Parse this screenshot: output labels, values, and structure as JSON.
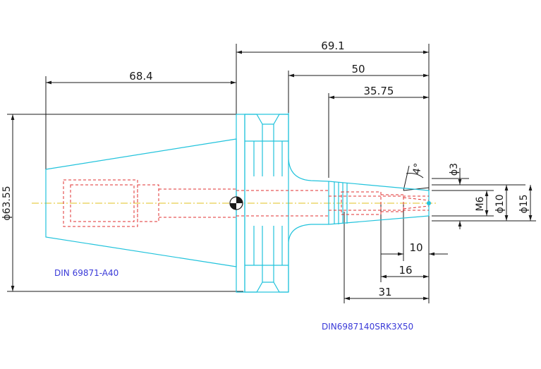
{
  "dimensions": {
    "d691": "69.1",
    "d684": "68.4",
    "d50": "50",
    "d3575": "35.75",
    "d10": "10",
    "d16": "16",
    "d31": "31",
    "dia6355": "ϕ63.55",
    "dia3": "ϕ3",
    "m6": "M6",
    "dia10": "ϕ10",
    "dia15": "ϕ15",
    "angle": "4°"
  },
  "captions": {
    "holder": "DIN 69871-A40",
    "part": "DIN6987140SRK3X50"
  },
  "colors": {
    "outline": "#22c3dc",
    "hidden": "#e03030",
    "center": "#e0c020",
    "dimension": "#1a1a1a",
    "caption": "#3a3ad8"
  }
}
